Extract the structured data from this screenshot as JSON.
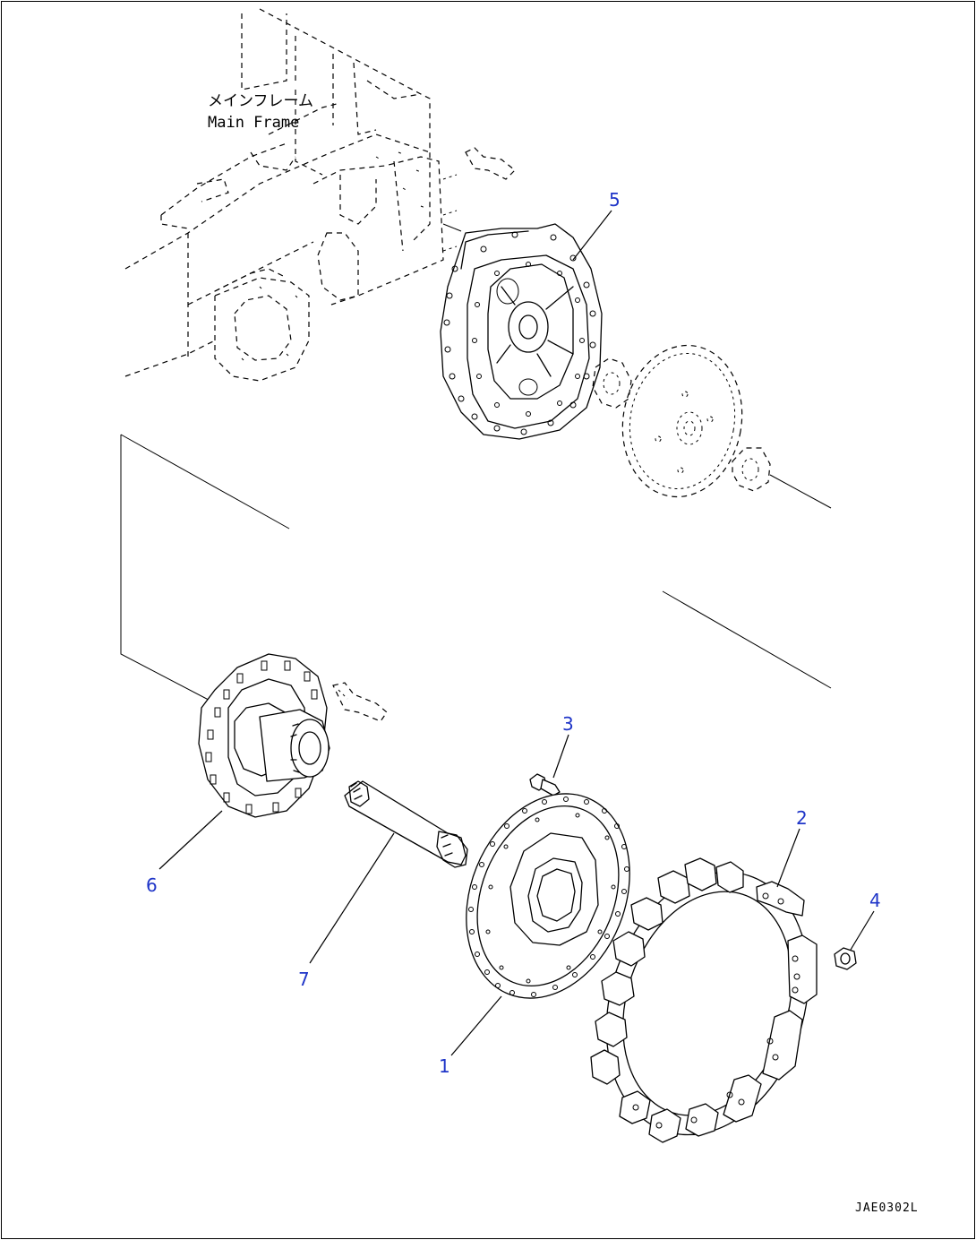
{
  "diagram": {
    "frame_label_jp": "メインフレーム",
    "frame_label_en": "Main Frame",
    "drawing_code": "JAE0302L",
    "callouts": {
      "c1": "1",
      "c2": "2",
      "c3": "3",
      "c4": "4",
      "c5": "5",
      "c6": "6",
      "c7": "7"
    }
  }
}
